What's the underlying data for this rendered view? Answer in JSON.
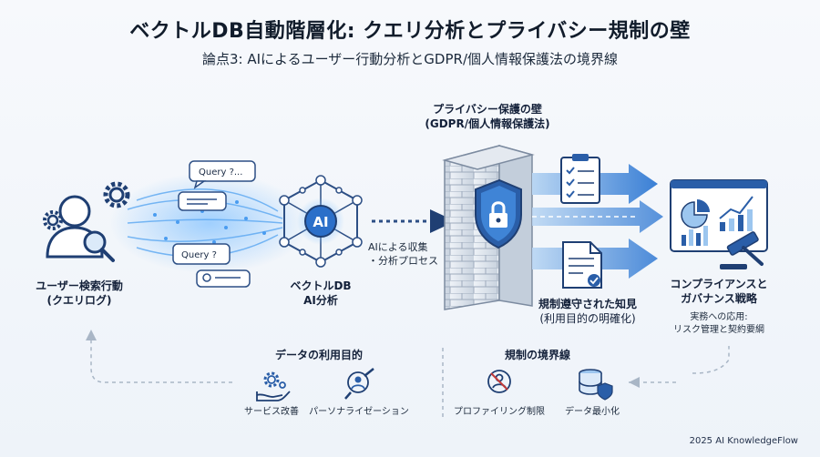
{
  "header": {
    "title": "ベクトルDB自動階層化: クエリ分析とプライバシー規制の壁",
    "subtitle": "論点3: AIによるユーザー行動分析とGDPR/個人情報保護法の境界線"
  },
  "user_section": {
    "label_line1": "ユーザー検索行動",
    "label_line2": "(クエリログ)",
    "bubbles": [
      "Query ?...",
      "Query ?"
    ]
  },
  "vector_db": {
    "label_line1": "ベクトルDB",
    "label_line2": "AI分析",
    "badge": "AI"
  },
  "collection_flow": {
    "line1": "AIによる収集",
    "line2": "・分析プロセス"
  },
  "privacy_wall": {
    "label_line1": "プライバシー保護の壁",
    "label_line2": "(GDPR/個人情報保護法)"
  },
  "compliant_insights": {
    "line1": "規制遵守された知見",
    "line2": "(利用目的の明確化)"
  },
  "compliance": {
    "title_line1": "コンプライアンスと",
    "title_line2": "ガバナンス戦略",
    "note_line1": "実務への応用:",
    "note_line2": "リスク管理と契約要綱"
  },
  "data_purpose": {
    "heading": "データの利用目的",
    "items": [
      "サービス改善",
      "パーソナライゼーション"
    ]
  },
  "regulation_boundary": {
    "heading": "規制の境界線",
    "items": [
      "プロファイリング制限",
      "データ最小化"
    ]
  },
  "footer": {
    "credit": "2025 AI KnowledgeFlow"
  },
  "colors": {
    "primary": "#1f3f73",
    "accent": "#3d8be0",
    "light_blue": "#9cc6ef",
    "dashed": "#a9b6c6"
  }
}
